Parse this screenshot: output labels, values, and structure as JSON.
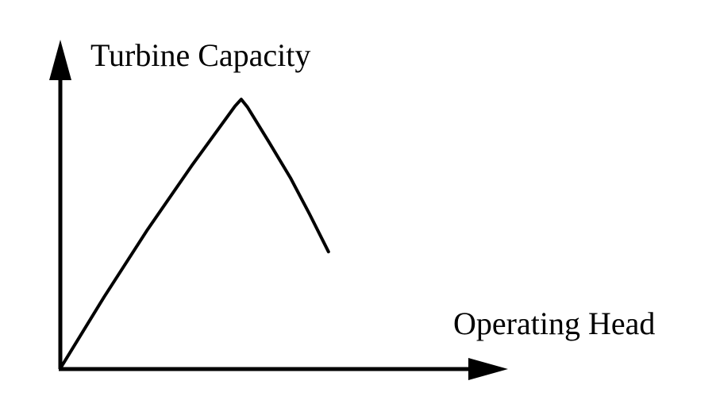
{
  "page": {
    "background_color": "#ffffff",
    "ink_color": "#000000"
  },
  "chart_data": {
    "type": "line",
    "title": "",
    "xlabel": "Operating Head",
    "ylabel": "Turbine Capacity",
    "grid": false,
    "legend": "none",
    "axes_numeric": false,
    "xlim": [
      0,
      1
    ],
    "ylim": [
      0,
      1
    ],
    "line_color": "#000000",
    "description": "Qualitative sketch: turbine capacity rises with operating head to a rounded peak (at about 40% of the head axis, 82% of the capacity axis), then declines to about 36% capacity at 60% head.",
    "series": [
      {
        "name": "Turbine Capacity",
        "x": [
          0.0,
          0.098,
          0.195,
          0.293,
          0.39,
          0.404,
          0.418,
          0.466,
          0.514,
          0.557,
          0.599
        ],
        "y": [
          0.002,
          0.22,
          0.425,
          0.618,
          0.8,
          0.821,
          0.797,
          0.691,
          0.582,
          0.471,
          0.357
        ]
      }
    ]
  }
}
